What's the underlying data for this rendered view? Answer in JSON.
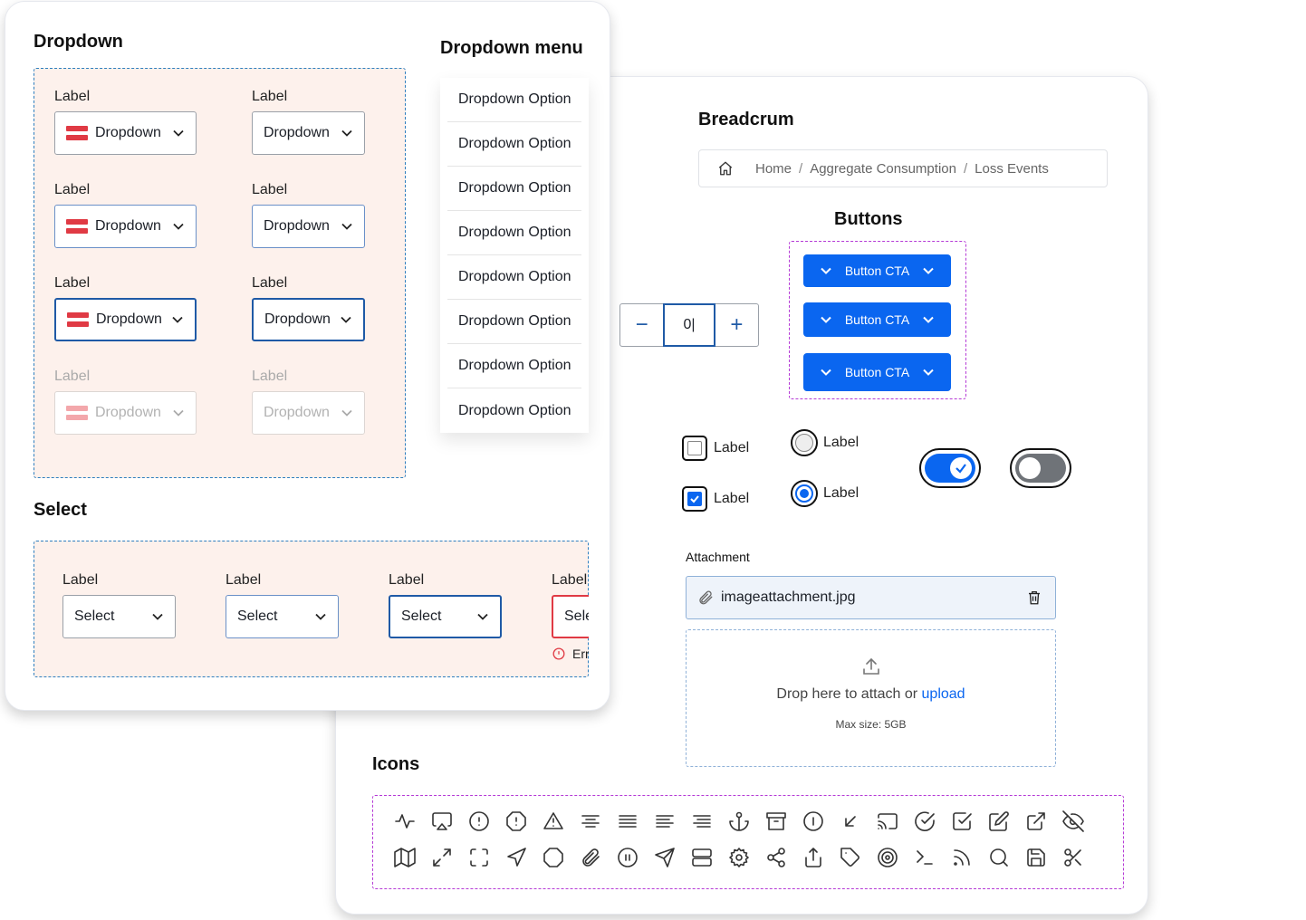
{
  "dropdown": {
    "title": "Dropdown",
    "rows": [
      {
        "left_label": "Label",
        "left_value": "Dropdown",
        "right_label": "Label",
        "right_value": "Dropdown",
        "state": "default"
      },
      {
        "left_label": "Label",
        "left_value": "Dropdown",
        "right_label": "Label",
        "right_value": "Dropdown",
        "state": "hover"
      },
      {
        "left_label": "Label",
        "left_value": "Dropdown",
        "right_label": "Label",
        "right_value": "Dropdown",
        "state": "focus"
      },
      {
        "left_label": "Label",
        "left_value": "Dropdown",
        "right_label": "Label",
        "right_value": "Dropdown",
        "state": "disabled"
      }
    ]
  },
  "dropdown_menu": {
    "title": "Dropdown menu",
    "options": [
      "Dropdown Option",
      "Dropdown Option",
      "Dropdown Option",
      "Dropdown Option",
      "Dropdown Option",
      "Dropdown Option",
      "Dropdown Option",
      "Dropdown Option"
    ]
  },
  "select": {
    "title": "Select",
    "items": [
      {
        "label": "Label",
        "value": "Select",
        "state": "default"
      },
      {
        "label": "Label",
        "value": "Select",
        "state": "hover"
      },
      {
        "label": "Label",
        "value": "Select",
        "state": "focus"
      },
      {
        "label": "Label",
        "value": "Select",
        "state": "error",
        "error_text": "Err"
      }
    ]
  },
  "breadcrumb": {
    "title": "Breadcrum",
    "items": [
      "Home",
      "Aggregate Consumption",
      "Loss Events"
    ],
    "separator": "/"
  },
  "buttons": {
    "title": "Buttons",
    "labels": [
      "Button CTA",
      "Button CTA",
      "Button CTA"
    ],
    "color": "#0a66f0"
  },
  "stepper": {
    "minus": "−",
    "value": "0|",
    "plus": "+"
  },
  "checkboxes": [
    {
      "label": "Label",
      "checked": false
    },
    {
      "label": "Label",
      "checked": true
    }
  ],
  "radios": [
    {
      "label": "Label",
      "selected": false
    },
    {
      "label": "Label",
      "selected": true
    }
  ],
  "toggles": [
    {
      "on": true,
      "color": "#0a66f0"
    },
    {
      "on": false,
      "color": "#6f7378"
    }
  ],
  "attachment": {
    "title": "Attachment",
    "filename": "imageattachment.jpg",
    "drop_text": "Drop here to attach or",
    "upload_link": "upload",
    "max_size": "Max size: 5GB"
  },
  "icons": {
    "title": "Icons",
    "row1": [
      "activity-icon",
      "airplay-icon",
      "alert-circle-icon",
      "alert-octagon-icon",
      "alert-triangle-icon",
      "align-center-icon",
      "align-justify-icon",
      "align-left-icon",
      "align-right-icon",
      "anchor-icon",
      "archive-icon",
      "info-circle-icon",
      "arrow-down-left-icon",
      "cast-icon",
      "check-circle-icon",
      "check-square-icon",
      "edit-icon",
      "external-link-icon",
      "eye-off-icon"
    ],
    "row2": [
      "map-icon",
      "maximize-icon",
      "crop-frame-icon",
      "navigation-icon",
      "octagon-icon",
      "paperclip-icon",
      "pause-circle-icon",
      "send-icon",
      "server-icon",
      "settings-icon",
      "share-icon",
      "share-upload-icon",
      "tag-icon",
      "target-icon",
      "terminal-icon",
      "rss-icon",
      "search-icon",
      "save-icon",
      "scissors-icon"
    ]
  },
  "colors": {
    "accent": "#0a66f0",
    "focus": "#1f5aa6",
    "error": "#e03a44",
    "panel_bg": "#fdf1ec"
  }
}
